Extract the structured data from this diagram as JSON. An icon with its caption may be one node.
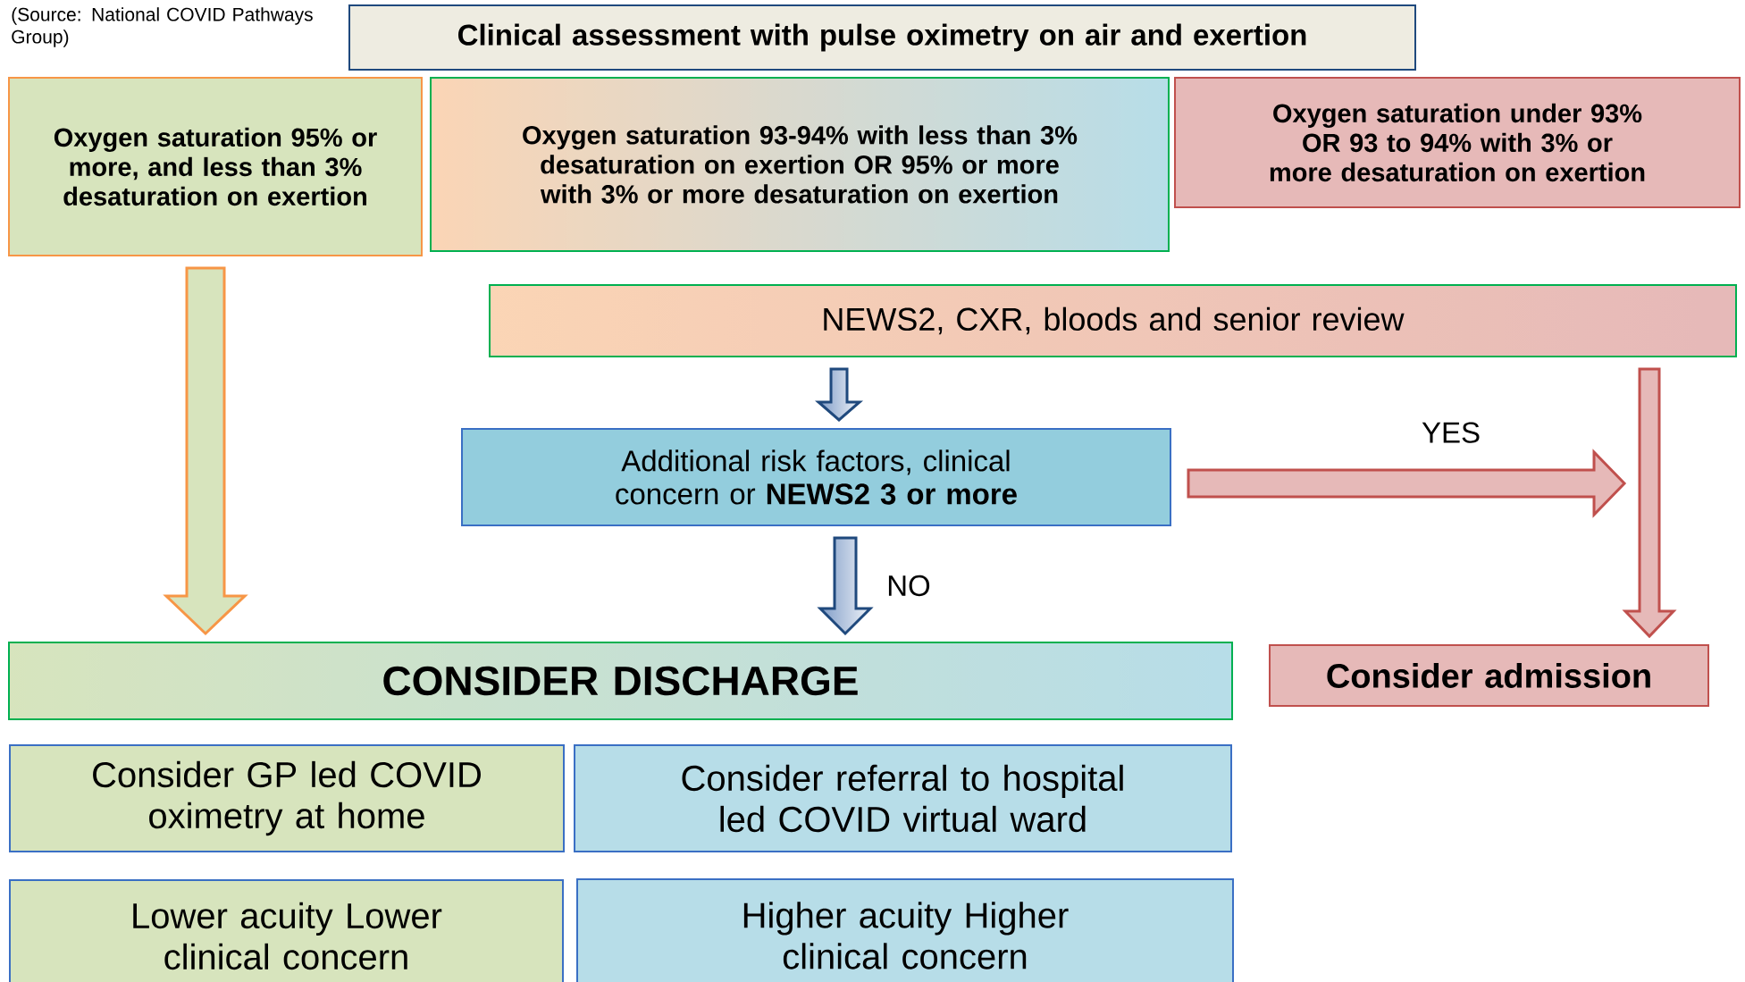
{
  "diagram": {
    "nodes": [
      {
        "text": [
          "Clinical assessment with pulse oximetry on air and exertion"
        ]
      },
      {
        "text": [
          "Oxygen saturation 95% or more, and less than 3% desaturation on exertion"
        ]
      },
      {
        "text": [
          "Oxygen saturation 93-94% with less than 3% desaturation on exertion OR 95% or more with 3% or more desaturation on exertion"
        ]
      },
      {
        "text": [
          "Oxygen saturation under 93% OR 93 to 94% with 3% or more desaturation on exertion"
        ]
      },
      {
        "text": [
          "NEWS2, CXR, bloods and senior review"
        ]
      },
      {
        "text": [
          "Additional risk factors, clinical concern or **NEWS2 3 or more**"
        ]
      },
      {
        "text": [
          "CONSIDER DISCHARGE"
        ]
      },
      {
        "text": [
          "Consider admission"
        ]
      },
      {
        "text": [
          "Consider GP led COVID oximetry at home"
        ]
      },
      {
        "text": [
          "Consider referral to hospital led COVID virtual ward"
        ]
      },
      {
        "text": [
          "Lower acuity Lower clinical concern"
        ]
      },
      {
        "text": [
          "Higher acuity Higher clinical concern"
        ]
      }
    ],
    "edges": [
      {
        "from": 1,
        "to": 6,
        "arrow": "to",
        "color": "#f79646"
      },
      {
        "from": 4,
        "to": 5,
        "arrow": "to",
        "color": "#1f497d"
      },
      {
        "from": 5,
        "to": 6,
        "arrow": "to",
        "label": "NO",
        "color": "#1f497d"
      },
      {
        "from": 5,
        "to": null,
        "arrow": "to",
        "label": "YES",
        "color": "#c0504d"
      },
      {
        "from": 4,
        "to": 7,
        "arrow": "to",
        "color": "#c0504d"
      }
    ],
    "labels": [
      "(Source: National COVID Pathways Group)"
    ]
  }
}
